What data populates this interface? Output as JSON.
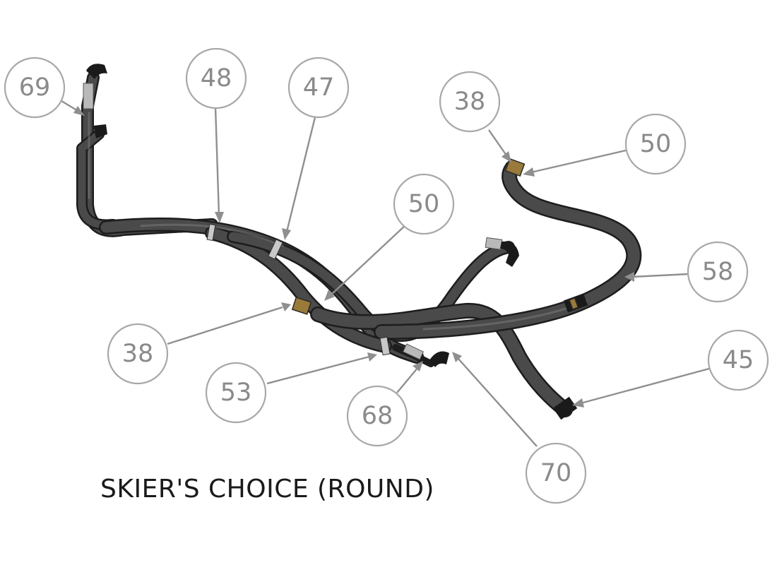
{
  "caption": "SKIER'S CHOICE (ROUND)",
  "balloons": [
    {
      "id": "b69",
      "label": "69"
    },
    {
      "id": "b48",
      "label": "48"
    },
    {
      "id": "b47",
      "label": "47"
    },
    {
      "id": "b38a",
      "label": "38"
    },
    {
      "id": "b50a",
      "label": "50"
    },
    {
      "id": "b50b",
      "label": "50"
    },
    {
      "id": "b58",
      "label": "58"
    },
    {
      "id": "b38b",
      "label": "38"
    },
    {
      "id": "b53",
      "label": "53"
    },
    {
      "id": "b68",
      "label": "68"
    },
    {
      "id": "b45",
      "label": "45"
    },
    {
      "id": "b70",
      "label": "70"
    }
  ],
  "colors": {
    "balloon_stroke": "#a8a8a8",
    "balloon_text": "#8a8a8a",
    "leader": "#8f8f8f",
    "hose": "#4a4a4a",
    "caption": "#1a1a1a"
  }
}
